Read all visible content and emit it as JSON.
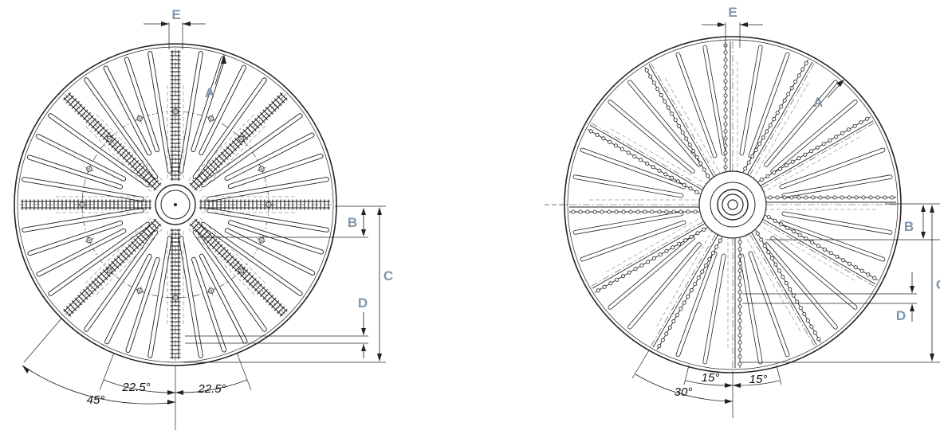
{
  "colors": {
    "line": "#222222",
    "label": "#7d95ab",
    "background": "#ffffff"
  },
  "left_disc": {
    "dim_labels": {
      "A": "A",
      "B": "B",
      "C": "C",
      "D": "D",
      "E": "E"
    },
    "angles": {
      "half_left": "22.5°",
      "half_right": "22.5°",
      "full": "45°"
    },
    "ribbed_arm_count": 8
  },
  "right_disc": {
    "dim_labels": {
      "A": "A",
      "B": "B",
      "C": "C",
      "D": "D",
      "E": "E"
    },
    "angles": {
      "half_left": "15°",
      "half_right": "15°",
      "full": "30°"
    },
    "ribbed_arm_count": 12
  }
}
